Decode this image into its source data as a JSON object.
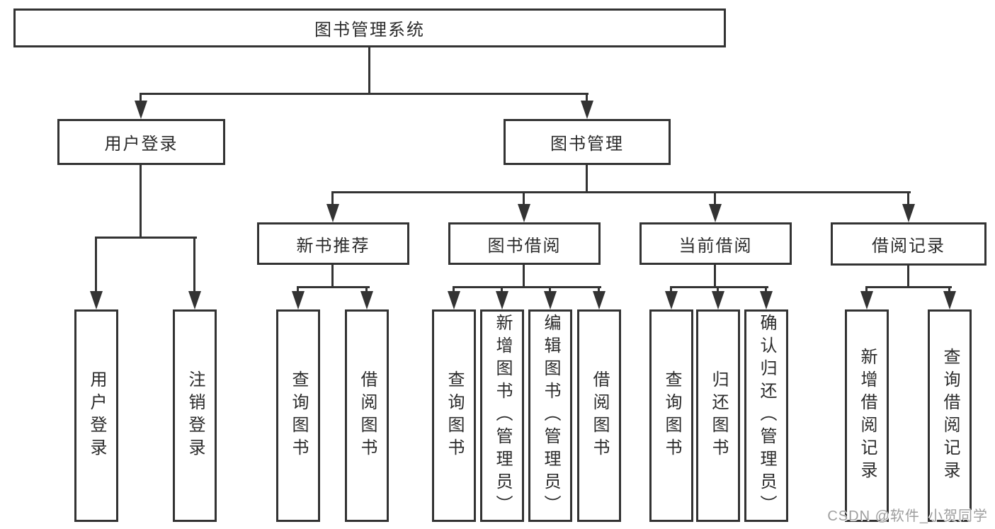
{
  "tree": {
    "root": "图书管理系统",
    "children": [
      {
        "label": "用户登录",
        "children": [
          {
            "label": "用户登录"
          },
          {
            "label": "注销登录"
          }
        ]
      },
      {
        "label": "图书管理",
        "children": [
          {
            "label": "新书推荐",
            "children": [
              {
                "label": "查询图书"
              },
              {
                "label": "借阅图书"
              }
            ]
          },
          {
            "label": "图书借阅",
            "children": [
              {
                "label": "查询图书"
              },
              {
                "label": "新增图书（管理员）"
              },
              {
                "label": "编辑图书（管理员）"
              },
              {
                "label": "借阅图书"
              }
            ]
          },
          {
            "label": "当前借阅",
            "children": [
              {
                "label": "查询图书"
              },
              {
                "label": "归还图书"
              },
              {
                "label": "确认归还（管理员）"
              }
            ]
          },
          {
            "label": "借阅记录",
            "children": [
              {
                "label": "新增借阅记录"
              },
              {
                "label": "查询借阅记录"
              }
            ]
          }
        ]
      }
    ]
  },
  "watermark": {
    "text": "CSDN @软件_小贺同学"
  },
  "colors": {
    "line": "#333333",
    "text": "#2b2b2b",
    "background": "#ffffff",
    "watermark": "#9e9e9e"
  }
}
